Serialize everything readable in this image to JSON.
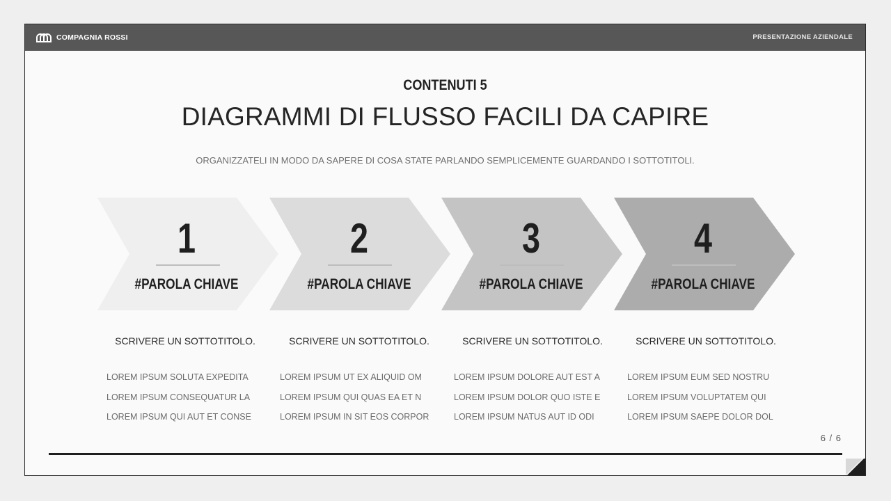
{
  "header": {
    "brand": "COMPAGNIA ROSSI",
    "deck_label": "PRESENTAZIONE AZIENDALE"
  },
  "slide": {
    "section": "CONTENUTI 5",
    "title": "DIAGRAMMI DI FLUSSO FACILI DA CAPIRE",
    "subtitle": "ORGANIZZATELI IN MODO DA SAPERE DI COSA STATE PARLANDO SEMPLICEMENTE GUARDANDO I SOTTOTITOLI."
  },
  "steps": [
    {
      "number": "1",
      "keyword": "#PAROLA CHIAVE",
      "color": "#efefef"
    },
    {
      "number": "2",
      "keyword": "#PAROLA CHIAVE",
      "color": "#dcdcdc"
    },
    {
      "number": "3",
      "keyword": "#PAROLA CHIAVE",
      "color": "#c4c4c4"
    },
    {
      "number": "4",
      "keyword": "#PAROLA CHIAVE",
      "color": "#acacac"
    }
  ],
  "columns": [
    {
      "subtitle": "SCRIVERE UN SOTTOTITOLO.",
      "lines": [
        "LOREM IPSUM SOLUTA EXPEDITA",
        "LOREM IPSUM CONSEQUATUR LA",
        "LOREM IPSUM QUI AUT ET CONSE"
      ]
    },
    {
      "subtitle": "SCRIVERE UN SOTTOTITOLO.",
      "lines": [
        "LOREM IPSUM UT EX ALIQUID OM",
        "LOREM IPSUM QUI QUAS EA ET N",
        "LOREM IPSUM IN SIT EOS CORPOR"
      ]
    },
    {
      "subtitle": "SCRIVERE UN SOTTOTITOLO.",
      "lines": [
        "LOREM IPSUM DOLORE AUT EST A",
        "LOREM IPSUM DOLOR QUO ISTE E",
        "LOREM IPSUM NATUS AUT ID ODI"
      ]
    },
    {
      "subtitle": "SCRIVERE UN SOTTOTITOLO.",
      "lines": [
        "LOREM IPSUM EUM SED NOSTRU",
        "LOREM IPSUM VOLUPTATEM QUI",
        "LOREM IPSUM SAEPE DOLOR DOL"
      ]
    }
  ],
  "footer": {
    "page": "6 / 6"
  },
  "icons": {
    "brand": "linked-rings-logo-icon",
    "corner": "page-curl-icon"
  },
  "colors": {
    "header_bg": "#575757",
    "slide_bg": "#fafafa",
    "text_dark": "#222222"
  }
}
